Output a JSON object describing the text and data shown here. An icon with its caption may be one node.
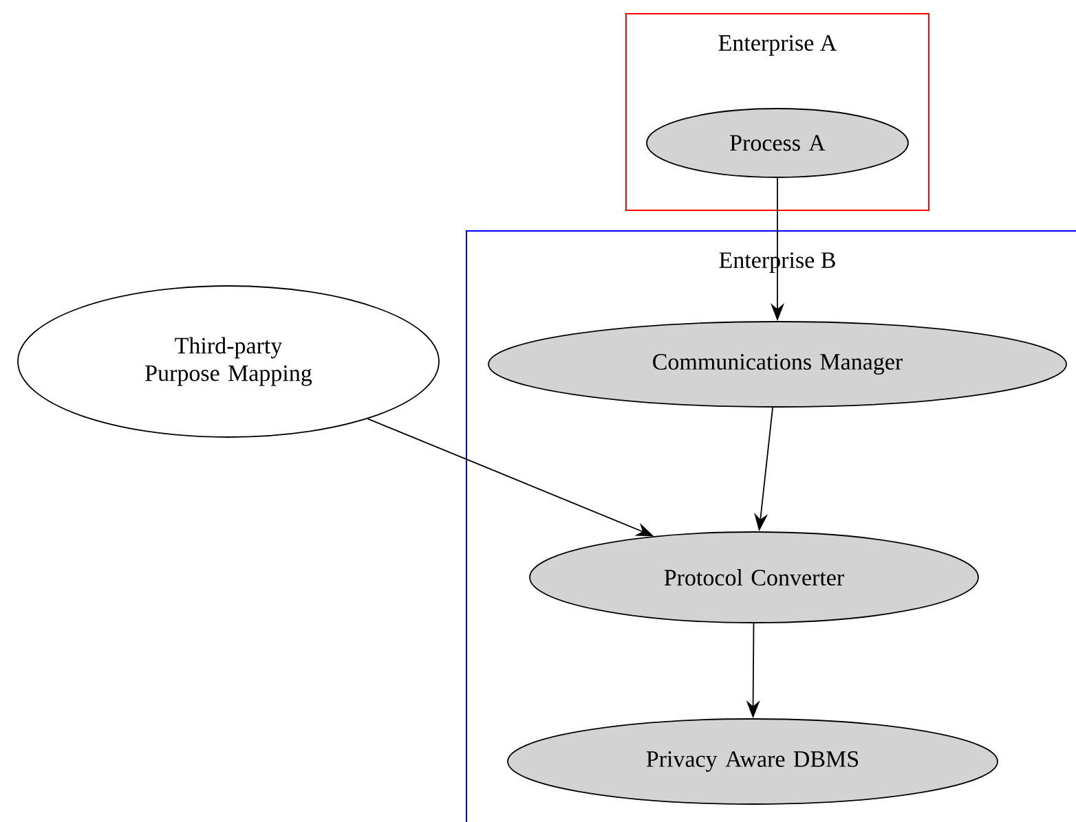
{
  "diagram": {
    "nodes": [
      {
        "text": [
          "Enterprise A"
        ]
      },
      {
        "text": [
          "Process A"
        ],
        "in": 0
      },
      {
        "text": [
          "Enterprise B"
        ]
      },
      {
        "text": [
          "Communications Manager"
        ],
        "in": 2
      },
      {
        "text": [
          "Protocol Converter"
        ],
        "in": 2
      },
      {
        "text": [
          "Privacy Aware DBMS"
        ],
        "in": 2
      },
      {
        "text": [
          "Third-party Purpose Mapping"
        ]
      }
    ],
    "edges": [
      {
        "from": 1,
        "to": 3,
        "arrow": "to"
      },
      {
        "from": 3,
        "to": 4,
        "arrow": "to"
      },
      {
        "from": 6,
        "to": 4,
        "arrow": "to"
      },
      {
        "from": 4,
        "to": 5,
        "arrow": "to"
      }
    ]
  }
}
